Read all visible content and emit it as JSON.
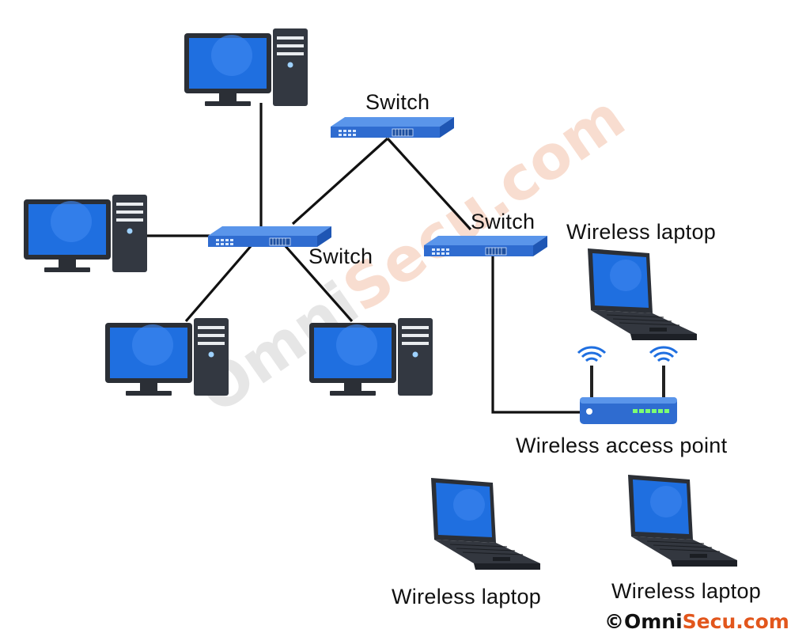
{
  "labels": {
    "switch_top": "Switch",
    "switch_left": "Switch",
    "switch_right": "Switch",
    "wireless_laptop_top": "Wireless laptop",
    "wireless_access_point": "Wireless access point",
    "wireless_laptop_bottom_left": "Wireless laptop",
    "wireless_laptop_bottom_right": "Wireless laptop"
  },
  "watermark": {
    "text_part1": "Omni",
    "text_part2": "Secu.com"
  },
  "copyright": {
    "symbol": "©",
    "brand_part1": "Omni",
    "brand_part2": "Secu.com"
  },
  "colors": {
    "monitor_blue": "#1f6fe0",
    "monitor_frame": "#2b2f36",
    "tower": "#333841",
    "switch_blue": "#3a78d8",
    "wifi_blue": "#1f6fe0",
    "brand_orange": "#e2561c"
  },
  "icons": [
    "desktop-computer-icon",
    "network-switch-icon",
    "laptop-icon",
    "wireless-router-icon",
    "wifi-signal-icon"
  ]
}
